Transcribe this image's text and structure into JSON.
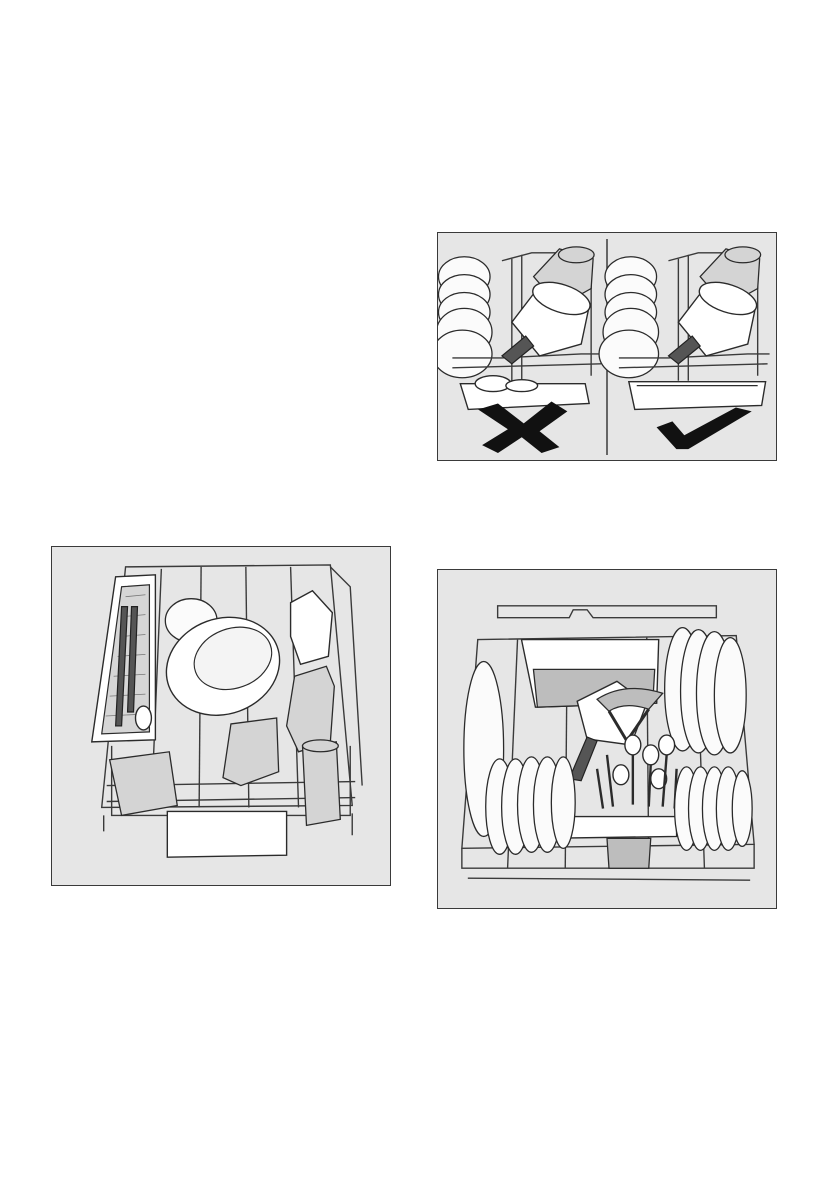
{
  "figures": [
    {
      "id": "wrong-and-right-loading",
      "panels": [
        {
          "verdict": "wrong",
          "mark_icon": "cross-mark-icon"
        },
        {
          "verdict": "correct",
          "mark_icon": "check-mark-icon"
        }
      ]
    },
    {
      "id": "upper-basket-loaded"
    },
    {
      "id": "lower-basket-loaded"
    }
  ],
  "colors": {
    "figure_background": "#e6e6e6",
    "border": "#3a3a3a",
    "mark": "#111111"
  }
}
